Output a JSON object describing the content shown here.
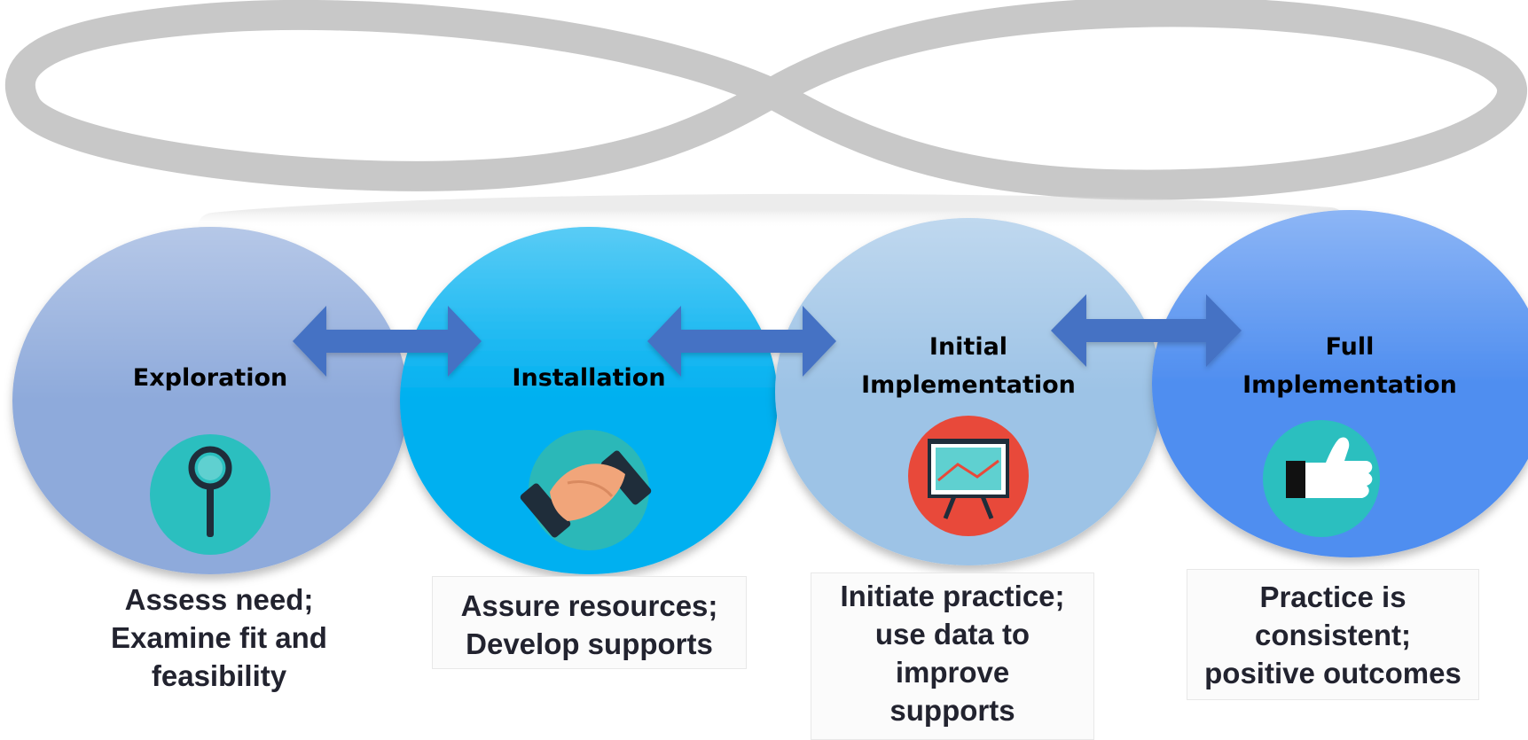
{
  "colors": {
    "infinity_loop": "#c8c8c8",
    "arrows": "#4472c4",
    "caption_text": "#22232f",
    "stage_circles": [
      "#8eaadb",
      "#00b0f0",
      "#9dc3e6",
      "#4f8ef0"
    ],
    "icon_badges": [
      "#2bbfbf",
      "#2bb8b8",
      "#e8493a",
      "#2bbfbf"
    ]
  },
  "stages": [
    {
      "title": "Exploration",
      "icon": "magnifier-icon",
      "description": "Assess need;\nExamine fit and\nfeasibility"
    },
    {
      "title": "Installation",
      "icon": "handshake-icon",
      "description": "Assure resources;\nDevelop supports"
    },
    {
      "title": "Initial\nImplementation",
      "icon": "presentation-chart-icon",
      "description": "Initiate practice;\nuse data to\nimprove\nsupports"
    },
    {
      "title": "Full\nImplementation",
      "icon": "thumbs-up-icon",
      "description": "Practice is\nconsistent;\npositive outcomes"
    }
  ],
  "connectors": [
    {
      "from": "Exploration",
      "to": "Installation",
      "direction": "bidirectional",
      "icon": "double-arrow-icon"
    },
    {
      "from": "Installation",
      "to": "Initial\nImplementation",
      "direction": "bidirectional",
      "icon": "double-arrow-icon"
    },
    {
      "from": "Initial\nImplementation",
      "to": "Full\nImplementation",
      "direction": "bidirectional",
      "icon": "double-arrow-icon"
    }
  ]
}
